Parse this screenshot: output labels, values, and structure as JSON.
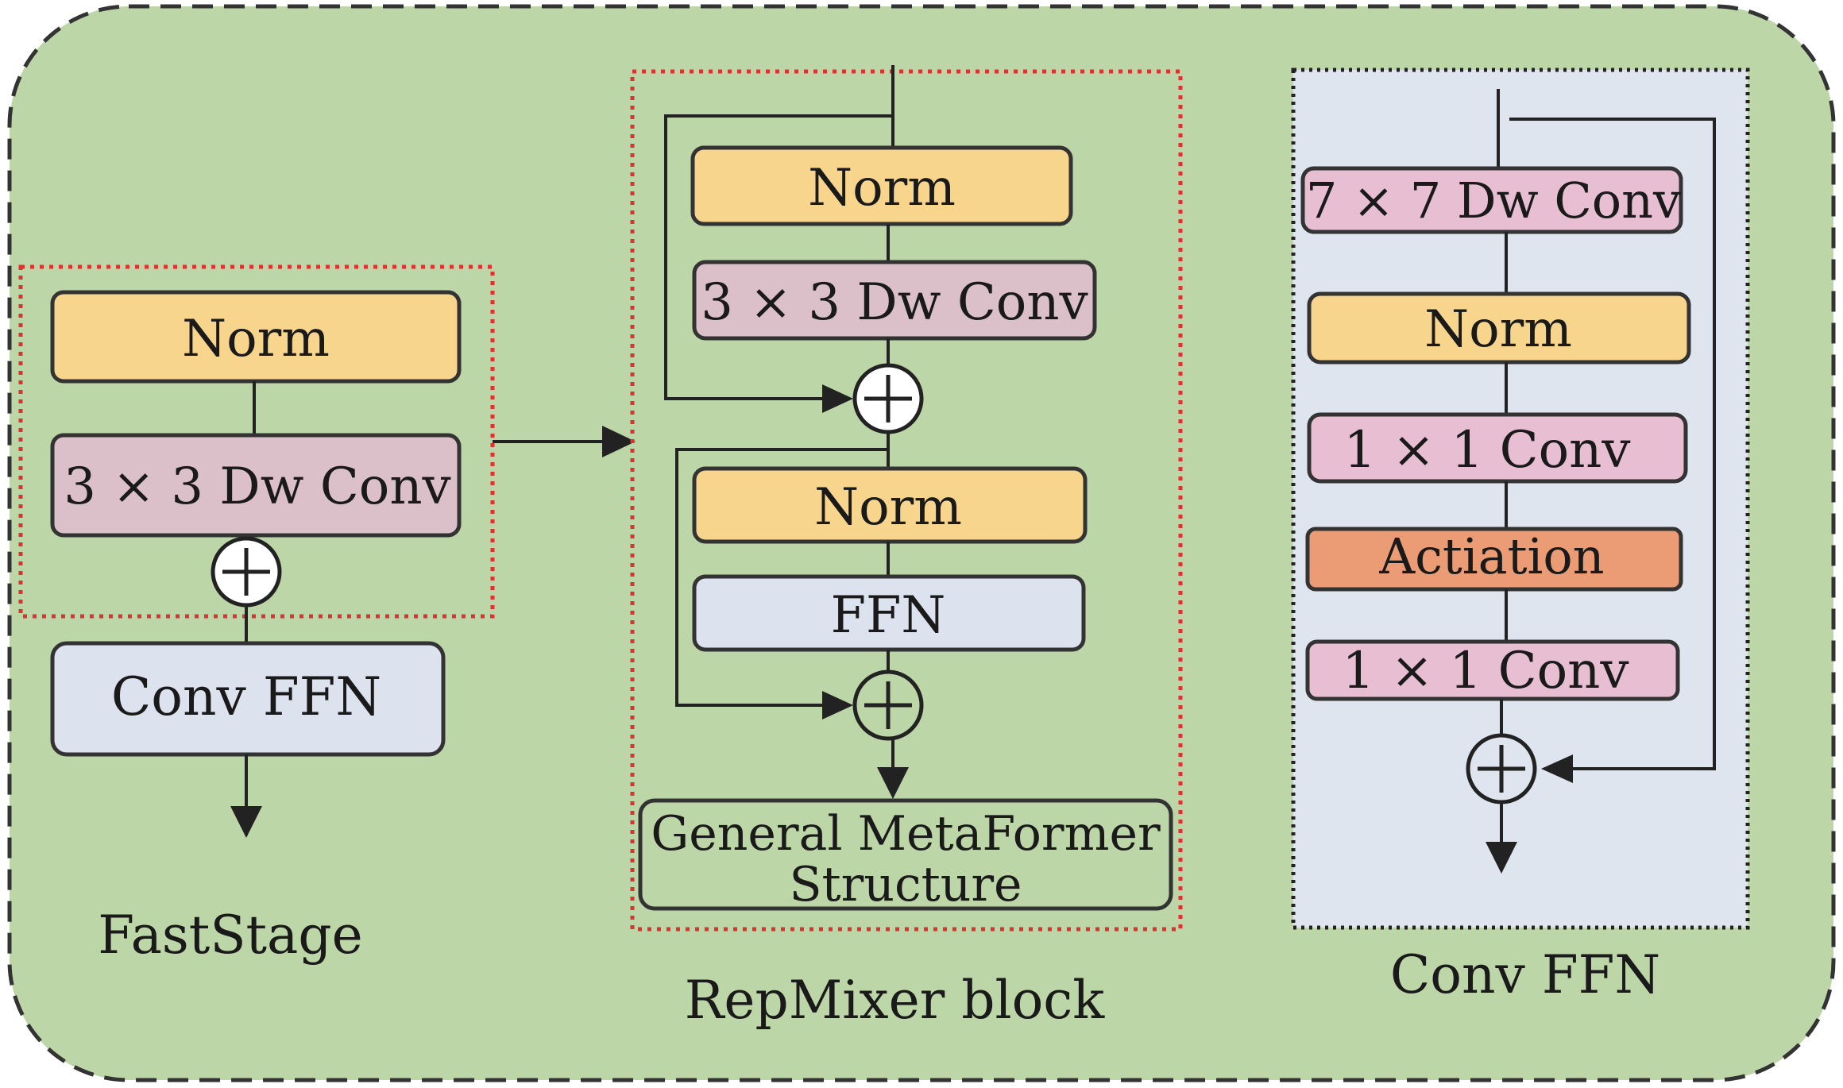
{
  "colors": {
    "background": "#bdd6a7",
    "norm": "#f8d58c",
    "dwconv": "#dcc0c9",
    "conv": "#e8bed3",
    "ffn": "#dce2ee",
    "activation": "#eb9c74",
    "convffn_panel": "#dfe5ee",
    "red_dotted": "#e03030",
    "line": "#222222"
  },
  "faststage": {
    "norm": "Norm",
    "dwconv": "3 × 3 Dw Conv",
    "convffn": "Conv FFN",
    "caption": "FastStage"
  },
  "repmixer": {
    "norm1": "Norm",
    "dwconv": "3 × 3 Dw Conv",
    "norm2": "Norm",
    "ffn": "FFN",
    "metaformer_line1": "General MetaFormer",
    "metaformer_line2": "Structure",
    "caption": "RepMixer block"
  },
  "convffn": {
    "dwconv": "7 × 7 Dw Conv",
    "norm": "Norm",
    "conv1": "1 × 1 Conv",
    "activation": "Actiation",
    "conv2": "1 × 1 Conv",
    "caption": "Conv FFN"
  }
}
